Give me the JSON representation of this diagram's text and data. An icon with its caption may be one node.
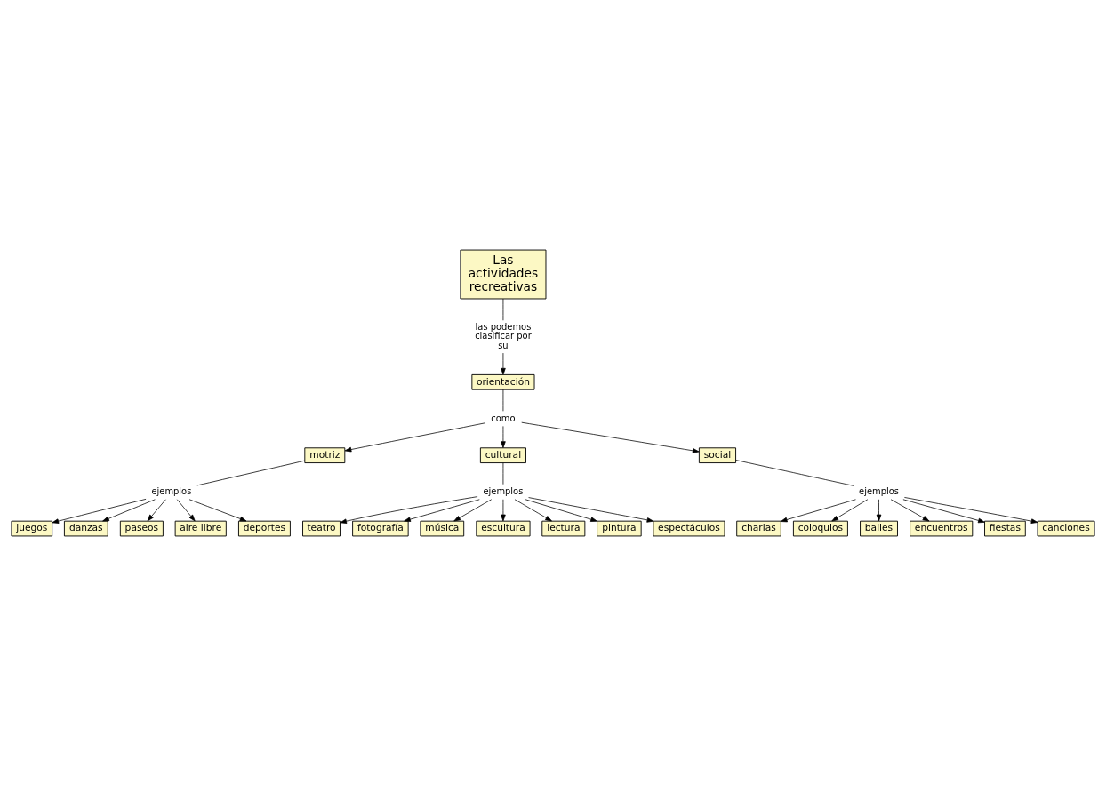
{
  "diagram": {
    "nodes": [
      {
        "text": [
          "Las actividades recreativas"
        ]
      },
      {
        "text": [
          "las podemos clasificar por su"
        ]
      },
      {
        "text": [
          "orientación"
        ]
      },
      {
        "text": [
          "como"
        ]
      },
      {
        "text": [
          "motriz"
        ]
      },
      {
        "text": [
          "cultural"
        ]
      },
      {
        "text": [
          "social"
        ]
      },
      {
        "text": [
          "ejemplos"
        ]
      },
      {
        "text": [
          "ejemplos"
        ]
      },
      {
        "text": [
          "ejemplos"
        ]
      },
      {
        "text": [
          "juegos"
        ]
      },
      {
        "text": [
          "danzas"
        ]
      },
      {
        "text": [
          "paseos"
        ]
      },
      {
        "text": [
          "aire libre"
        ]
      },
      {
        "text": [
          "deportes"
        ]
      },
      {
        "text": [
          "teatro"
        ]
      },
      {
        "text": [
          "fotografía"
        ]
      },
      {
        "text": [
          "música"
        ]
      },
      {
        "text": [
          "escultura"
        ]
      },
      {
        "text": [
          "lectura"
        ]
      },
      {
        "text": [
          "pintura"
        ]
      },
      {
        "text": [
          "espectáculos"
        ]
      },
      {
        "text": [
          "charlas"
        ]
      },
      {
        "text": [
          "coloquios"
        ]
      },
      {
        "text": [
          "bailes"
        ]
      },
      {
        "text": [
          "encuentros"
        ]
      },
      {
        "text": [
          "fiestas"
        ]
      },
      {
        "text": [
          "canciones"
        ]
      }
    ],
    "edges": [
      {
        "from": 0,
        "to": 1,
        "arrow": "none"
      },
      {
        "from": 1,
        "to": 2,
        "arrow": "to"
      },
      {
        "from": 2,
        "to": 3,
        "arrow": "none"
      },
      {
        "from": 3,
        "to": 4,
        "arrow": "to"
      },
      {
        "from": 3,
        "to": 5,
        "arrow": "to"
      },
      {
        "from": 3,
        "to": 6,
        "arrow": "to"
      },
      {
        "from": 4,
        "to": 7,
        "arrow": "none"
      },
      {
        "from": 5,
        "to": 8,
        "arrow": "none"
      },
      {
        "from": 6,
        "to": 9,
        "arrow": "none"
      },
      {
        "from": 7,
        "to": 10,
        "arrow": "to"
      },
      {
        "from": 7,
        "to": 11,
        "arrow": "to"
      },
      {
        "from": 7,
        "to": 12,
        "arrow": "to"
      },
      {
        "from": 7,
        "to": 14,
        "arrow": "to"
      },
      {
        "from": 7,
        "to": 13,
        "arrow": "to"
      },
      {
        "from": 8,
        "to": 15,
        "arrow": "to"
      },
      {
        "from": 8,
        "to": 17,
        "arrow": "to"
      },
      {
        "from": 8,
        "to": 19,
        "arrow": "to"
      },
      {
        "from": 8,
        "to": 21,
        "arrow": "to"
      },
      {
        "from": 8,
        "to": 20,
        "arrow": "to"
      },
      {
        "from": 8,
        "to": 18,
        "arrow": "to"
      },
      {
        "from": 8,
        "to": 16,
        "arrow": "to"
      },
      {
        "from": 9,
        "to": 22,
        "arrow": "to"
      },
      {
        "from": 9,
        "to": 23,
        "arrow": "to"
      },
      {
        "from": 9,
        "to": 25,
        "arrow": "to"
      },
      {
        "from": 9,
        "to": 27,
        "arrow": "to"
      },
      {
        "from": 9,
        "to": 26,
        "arrow": "to"
      },
      {
        "from": 9,
        "to": 24,
        "arrow": "to"
      }
    ]
  }
}
